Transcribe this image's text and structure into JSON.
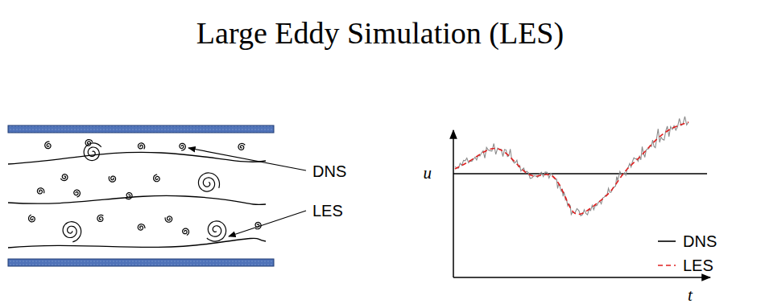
{
  "diagram": {
    "title": "Large Eddy Simulation (LES)",
    "labels": [
      "DNS",
      "LES",
      "u",
      "t"
    ],
    "legend": [
      {
        "text": "DNS"
      },
      {
        "text": "LES"
      }
    ]
  }
}
